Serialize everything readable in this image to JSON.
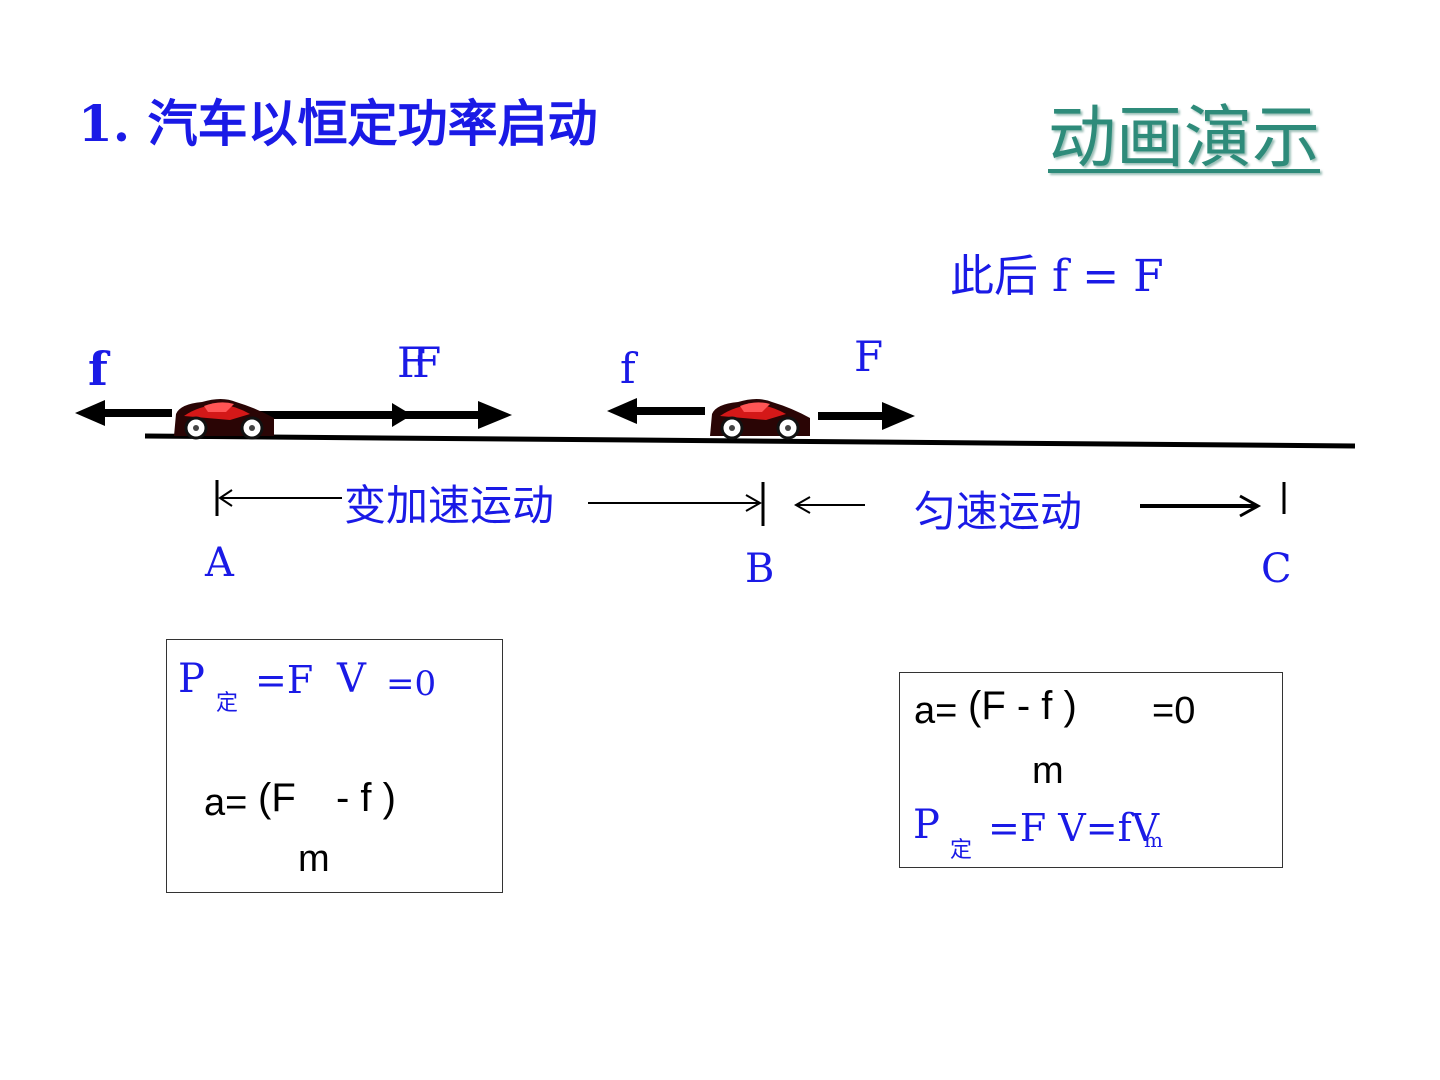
{
  "title": "1. 汽车以恒定功率启动",
  "demo_link": "动画演示",
  "after_note": "此后  f = F",
  "forces": {
    "f_left": "f",
    "F_left": "FF",
    "f_right": "f",
    "F_right": "F"
  },
  "segments": {
    "ab_label": "变加速运动",
    "bc_label": "匀速运动"
  },
  "points": {
    "a": "A",
    "b": "B",
    "c": "C"
  },
  "box_left": {
    "p": "P",
    "ding": "定",
    "eq_f": "=F",
    "v": "V",
    "zero": "=0",
    "a_eq": "a=",
    "num_open": "(F",
    "num_rest": "- f )",
    "den": "m"
  },
  "box_right": {
    "a_eq": "a=",
    "num": "(F  - f )",
    "eq_zero": "=0",
    "den": "m",
    "p": "P",
    "ding": "定",
    "power": "=F V=fV",
    "sub_m": "m"
  },
  "colors": {
    "blue": "#1a1ae6",
    "red": "#ee1111",
    "teal": "#2e8b7a"
  },
  "icons": [
    "car-icon",
    "arrow-down-icon",
    "arrow-up-icon"
  ]
}
